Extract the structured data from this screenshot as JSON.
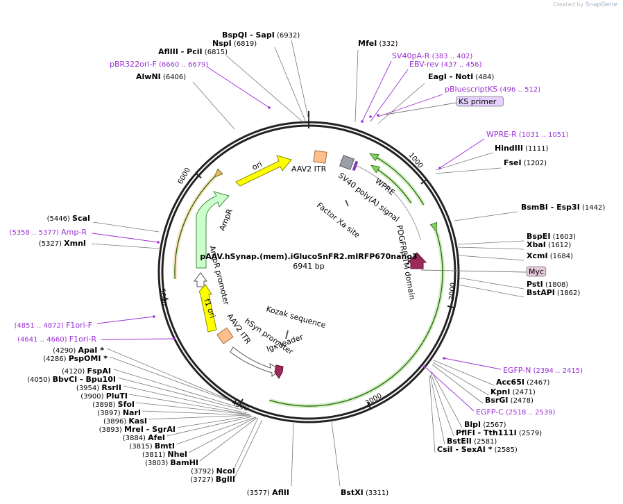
{
  "credit": {
    "prefix": "Created by",
    "brand": "SnapGene"
  },
  "plasmid": {
    "name": "pAAV.hSynap.(mem).iGlucoSnFR2.mIRFP670nano3",
    "length_label": "6941 bp",
    "length": 6941
  },
  "ticks": [
    "1000",
    "2000",
    "3000",
    "4000",
    "5000",
    "6000"
  ],
  "sites": [
    {
      "name": "BspQI",
      "name2": "SapI",
      "pos": "(6932)"
    },
    {
      "name": "NspI",
      "pos": "(6819)"
    },
    {
      "name": "AflIII",
      "name2": "PciI",
      "pos": "(6815)"
    },
    {
      "name": "AlwNI",
      "pos": "(6406)"
    },
    {
      "name": "MfeI",
      "pos": "(332)"
    },
    {
      "name": "EagI",
      "name2": "NotI",
      "pos": "(484)"
    },
    {
      "name": "HindIII",
      "pos": "(1111)"
    },
    {
      "name": "FseI",
      "pos": "(1202)"
    },
    {
      "name": "BsmBI",
      "name2": "Esp3I",
      "pos": "(1442)"
    },
    {
      "name": "BspEI",
      "pos": "(1603)"
    },
    {
      "name": "XbaI",
      "pos": "(1612)"
    },
    {
      "name": "XcmI",
      "pos": "(1684)"
    },
    {
      "name": "PstI",
      "pos": "(1808)"
    },
    {
      "name": "BstAPI",
      "pos": "(1862)"
    },
    {
      "name": "Acc65I",
      "pos": "(2467)"
    },
    {
      "name": "KpnI",
      "pos": "(2471)"
    },
    {
      "name": "BsrGI",
      "pos": "(2478)"
    },
    {
      "name": "BlpI",
      "pos": "(2567)"
    },
    {
      "name": "PflFI",
      "name2": "Tth111I",
      "pos": "(2579)"
    },
    {
      "name": "BstEII",
      "pos": "(2581)"
    },
    {
      "name": "CsiI",
      "name2": "SexAI *",
      "pos": "(2585)"
    },
    {
      "name": "BstXI",
      "pos": "(3311)"
    },
    {
      "name": "AflII",
      "pos": "(3577)"
    },
    {
      "name": "BglII",
      "pos": "(3727)"
    },
    {
      "name": "NcoI",
      "pos": "(3792)"
    },
    {
      "name": "BamHI",
      "pos": "(3803)"
    },
    {
      "name": "NheI",
      "pos": "(3811)"
    },
    {
      "name": "BmtI",
      "pos": "(3815)"
    },
    {
      "name": "AfeI",
      "pos": "(3884)"
    },
    {
      "name": "MreI",
      "name2": "SgrAI",
      "pos": "(3893)"
    },
    {
      "name": "KasI",
      "pos": "(3896)"
    },
    {
      "name": "NarI",
      "pos": "(3897)"
    },
    {
      "name": "SfoI",
      "pos": "(3898)"
    },
    {
      "name": "PluTI",
      "pos": "(3900)"
    },
    {
      "name": "RsrII",
      "pos": "(3954)"
    },
    {
      "name": "BbvCI",
      "name2": "Bpu10I",
      "pos": "(4050)"
    },
    {
      "name": "FspAI",
      "pos": "(4120)"
    },
    {
      "name": "PspOMI *",
      "pos": "(4286)"
    },
    {
      "name": "ApaI *",
      "pos": "(4290)"
    },
    {
      "name": "XmnI",
      "pos": "(5327)"
    },
    {
      "name": "ScaI",
      "pos": "(5446)"
    }
  ],
  "primers": [
    {
      "name": "pBR322ori-F",
      "pos": "(6660 .. 6679)"
    },
    {
      "name": "SV40pA-R",
      "pos": "(383 .. 402)"
    },
    {
      "name": "EBV-rev",
      "pos": "(437 .. 456)"
    },
    {
      "name": "pBluescriptKS",
      "pos": "(496 .. 512)"
    },
    {
      "name": "KS primer",
      "pos": ""
    },
    {
      "name": "WPRE-R",
      "pos": "(1031 .. 1051)"
    },
    {
      "name": "Myc",
      "pos": ""
    },
    {
      "name": "EGFP-N",
      "pos": "(2394 .. 2415)"
    },
    {
      "name": "EGFP-C",
      "pos": "(2518 .. 2539)"
    },
    {
      "name": "F1ori-F",
      "pos": "(4851 .. 4872)"
    },
    {
      "name": "F1ori-R",
      "pos": "(4641 .. 4660)"
    },
    {
      "name": "Amp-R",
      "pos": "(5358 .. 5377)"
    }
  ],
  "features": [
    {
      "name": "ori"
    },
    {
      "name": "AAV2 ITR"
    },
    {
      "name": "SV40 poly(A) signal"
    },
    {
      "name": "WPRE"
    },
    {
      "name": "Factor Xa site"
    },
    {
      "name": "PDGFRβ TM domain"
    },
    {
      "name": "AmpR"
    },
    {
      "name": "AmpR promoter"
    },
    {
      "name": "f1 ori"
    },
    {
      "name": "AAV2 ITR"
    },
    {
      "name": "hSyn promoter"
    },
    {
      "name": "Igκ leader"
    },
    {
      "name": "Kozak sequence"
    }
  ],
  "colors": {
    "backbone": "#222222",
    "primer": "#9b2fd6",
    "ori": "#ffff00",
    "itr": "#ffbf8c",
    "ampr": "#cdffcd",
    "green_arc": "#7fd35a",
    "orange_arc": "#f0b45a",
    "polyA": "#9aa0aa",
    "leader": "#9b2a5a"
  }
}
